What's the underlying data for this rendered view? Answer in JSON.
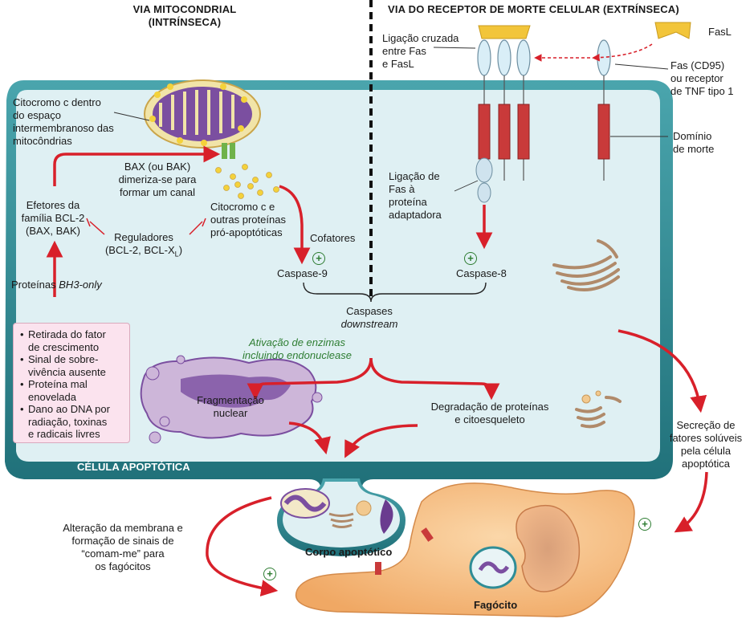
{
  "headers": {
    "intrinsic_line1": "VIA MITOCONDRIAL",
    "intrinsic_line2": "(INTRÍNSECA)",
    "extrinsic": "VIA DO RECEPTOR DE MORTE CELULAR (EXTRÍNSECA)"
  },
  "labels": {
    "cyto_in_mito": [
      "Citocromo c dentro",
      "do espaço",
      "intermembranoso das",
      "mitocôndrias"
    ],
    "bax_channel": [
      "BAX (ou BAK)",
      "dimeriza-se para",
      "formar um canal"
    ],
    "effectors": [
      "Efetores da",
      "família BCL-2",
      "(BAX, BAK)"
    ],
    "regulators_line1": "Reguladores",
    "regulators_line2": "(BCL-2, BCL-X",
    "regulators_sub": "L",
    "regulators_close": ")",
    "cyto_released": [
      "Citocromo c e",
      "outras proteínas",
      "pró-apoptóticas"
    ],
    "cofactors": "Cofatores",
    "caspase9": "Caspase-9",
    "caspase8": "Caspase-8",
    "bh3_prefix": "Proteínas ",
    "bh3_italic": "BH3-only",
    "downstream_line1": "Caspases",
    "downstream_line2": "downstream",
    "enzymes": [
      "Ativação de enzimas",
      "incluindo endonuclease"
    ],
    "nuclear_frag": [
      "Fragmentação",
      "nuclear"
    ],
    "protein_degr": [
      "Degradação de proteínas",
      "e citoesqueleto"
    ],
    "fas_crosslink": [
      "Ligação cruzada",
      "entre Fas",
      "e FasL"
    ],
    "fasl": "FasL",
    "fas_receptor": [
      "Fas (CD95)",
      "ou receptor",
      "de TNF tipo 1"
    ],
    "death_domain": [
      "Domínio",
      "de morte"
    ],
    "fas_adaptor": [
      "Ligação de",
      "Fas à",
      "proteína",
      "adaptadora"
    ],
    "secretion": [
      "Secreção de",
      "fatores solúveis",
      "pela célula",
      "apoptótica"
    ],
    "membrane_alt": [
      "Alteração da membrana e",
      "formação de sinais de",
      "“comam-me” para",
      "os fagócitos"
    ],
    "apoptotic_cell": "CÉLULA APOPTÓTICA",
    "apoptotic_body": "Corpo apoptótico",
    "phagocyte": "Fagócito",
    "plus": "+"
  },
  "conditions": [
    "Retirada do fator de crescimento",
    "Sinal de sobre-vivência ausente",
    "Proteína mal enovelada",
    "Dano ao DNA por radiação, toxinas e radicais livres"
  ],
  "conditions_lines": [
    [
      "Retirada do fator",
      "de crescimento"
    ],
    [
      "Sinal de sobre-",
      "vivência ausente"
    ],
    [
      "Proteína mal",
      "enovelada"
    ],
    [
      "Dano ao DNA por",
      "radiação, toxinas",
      "e radicais livres"
    ]
  ],
  "colors": {
    "cell_fill": "#dff0f3",
    "cell_border": "#2f8d96",
    "arrow_red": "#d8202a",
    "mito_purple": "#7b4fa0",
    "receptor_red": "#c93a3a",
    "phagocyte": "#f5c08a",
    "green_text": "#2e7d32"
  }
}
